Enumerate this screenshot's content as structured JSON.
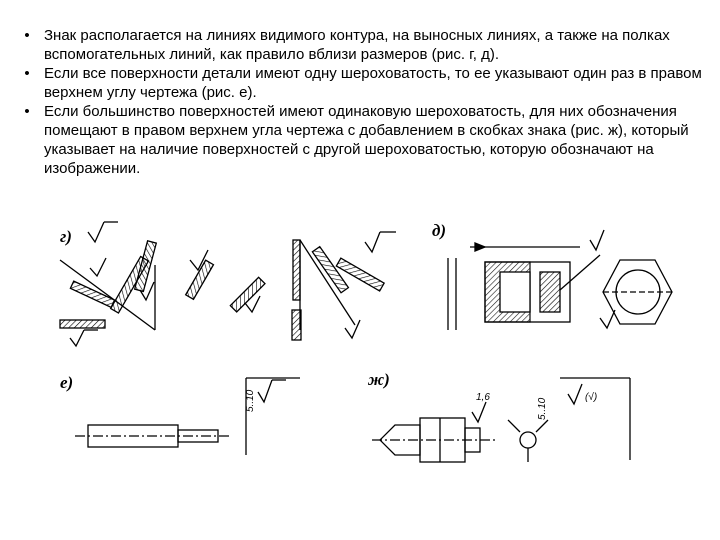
{
  "bullets": [
    {
      "marker": "•",
      "text": "Знак располагается на линиях видимого контура, на выносных линиях, а также на полках вспомогательных линий, как правило вблизи размеров (рис. г, д)."
    },
    {
      "marker": "•",
      "text": "Если все поверхности детали имеют одну шероховатость, то ее указывают один раз в правом верхнем углу чертежа (рис. е)."
    },
    {
      "marker": "•",
      "text": "Если большинство поверхностей имеют одинаковую шероховатость, для них обозначения помещают в правом верхнем угла чертежа с добавлением в скобках знака (рис. ж), который указывает на наличие поверхностей с другой шероховатостью, которую обозначают на изображении."
    }
  ],
  "figures": {
    "g": {
      "caption": "г)",
      "marks": [
        "√",
        "√",
        "√",
        "√"
      ]
    },
    "d": {
      "caption": "д)"
    },
    "e": {
      "caption": "е)",
      "dim": "5..10"
    },
    "zh": {
      "caption": "ж)",
      "dim": "5..10",
      "size": "1,6",
      "paren": "(√)"
    }
  }
}
